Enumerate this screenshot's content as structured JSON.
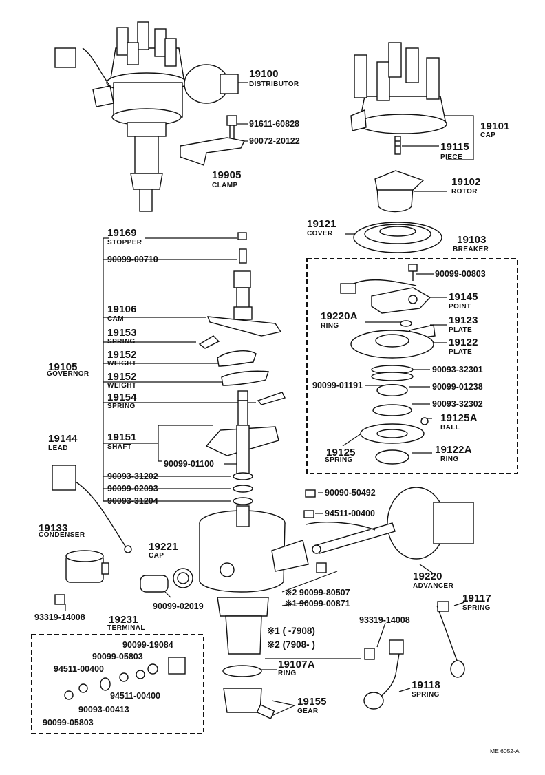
{
  "callouts": [
    {
      "id": "n19100",
      "text": "19100"
    },
    {
      "id": "t19100",
      "text": "DISTRIBUTOR"
    },
    {
      "id": "n19101",
      "text": "19101"
    },
    {
      "id": "t19101",
      "text": "CAP"
    },
    {
      "id": "n19115",
      "text": "19115"
    },
    {
      "id": "t19115",
      "text": "PIECE"
    },
    {
      "id": "p91611",
      "text": "91611-60828"
    },
    {
      "id": "p90072",
      "text": "90072-20122"
    },
    {
      "id": "n19905",
      "text": "19905"
    },
    {
      "id": "t19905",
      "text": "CLAMP"
    },
    {
      "id": "n19102",
      "text": "19102"
    },
    {
      "id": "t19102",
      "text": "ROTOR"
    },
    {
      "id": "n19169",
      "text": "19169"
    },
    {
      "id": "t19169",
      "text": "STOPPER"
    },
    {
      "id": "p90099_00710",
      "text": "90099-00710"
    },
    {
      "id": "n19121",
      "text": "19121"
    },
    {
      "id": "t19121",
      "text": "COVER"
    },
    {
      "id": "n19103",
      "text": "19103"
    },
    {
      "id": "t19103",
      "text": "BREAKER"
    },
    {
      "id": "p90099_00803",
      "text": "90099-00803"
    },
    {
      "id": "n19145",
      "text": "19145"
    },
    {
      "id": "t19145",
      "text": "POINT"
    },
    {
      "id": "n19106",
      "text": "19106"
    },
    {
      "id": "t19106",
      "text": "CAM"
    },
    {
      "id": "n19220A",
      "text": "19220A"
    },
    {
      "id": "t19220A",
      "text": "RING"
    },
    {
      "id": "n19123",
      "text": "19123"
    },
    {
      "id": "t19123",
      "text": "PLATE"
    },
    {
      "id": "n19153",
      "text": "19153"
    },
    {
      "id": "t19153",
      "text": "SPRING"
    },
    {
      "id": "n19122",
      "text": "19122"
    },
    {
      "id": "t19122",
      "text": "PLATE"
    },
    {
      "id": "n19152a",
      "text": "19152"
    },
    {
      "id": "t19152a",
      "text": "WEIGHT"
    },
    {
      "id": "n19105",
      "text": "19105"
    },
    {
      "id": "t19105",
      "text": "GOVERNOR"
    },
    {
      "id": "p90093_32301",
      "text": "90093-32301"
    },
    {
      "id": "p90099_01191",
      "text": "90099-01191"
    },
    {
      "id": "p90099_01238",
      "text": "90099-01238"
    },
    {
      "id": "n19152b",
      "text": "19152"
    },
    {
      "id": "t19152b",
      "text": "WEIGHT"
    },
    {
      "id": "n19154",
      "text": "19154"
    },
    {
      "id": "t19154",
      "text": "SPRING"
    },
    {
      "id": "p90093_32302",
      "text": "90093-32302"
    },
    {
      "id": "n19125A",
      "text": "19125A"
    },
    {
      "id": "t19125A",
      "text": "BALL"
    },
    {
      "id": "n19144",
      "text": "19144"
    },
    {
      "id": "t19144",
      "text": "LEAD"
    },
    {
      "id": "n19151",
      "text": "19151"
    },
    {
      "id": "t19151",
      "text": "SHAFT"
    },
    {
      "id": "n19125",
      "text": "19125"
    },
    {
      "id": "t19125",
      "text": "SPRING"
    },
    {
      "id": "n19122A",
      "text": "19122A"
    },
    {
      "id": "t19122A",
      "text": "RING"
    },
    {
      "id": "p90099_01100",
      "text": "90099-01100"
    },
    {
      "id": "p90093_31202",
      "text": "90093-31202"
    },
    {
      "id": "p90099_02093",
      "text": "90099-02093"
    },
    {
      "id": "p90093_31204",
      "text": "90093-31204"
    },
    {
      "id": "p90090_50492",
      "text": "90090-50492"
    },
    {
      "id": "p94511_00400a",
      "text": "94511-00400"
    },
    {
      "id": "n19133",
      "text": "19133"
    },
    {
      "id": "t19133",
      "text": "CONDENSER"
    },
    {
      "id": "n19221",
      "text": "19221"
    },
    {
      "id": "t19221",
      "text": "CAP"
    },
    {
      "id": "n19220",
      "text": "19220"
    },
    {
      "id": "t19220",
      "text": "ADVANCER"
    },
    {
      "id": "n19117",
      "text": "19117"
    },
    {
      "id": "t19117",
      "text": "SPRING"
    },
    {
      "id": "p90099_02019",
      "text": "90099-02019"
    },
    {
      "id": "p2_80507",
      "text": "※2 90099-80507"
    },
    {
      "id": "p1_00871",
      "text": "※1 90099-00871"
    },
    {
      "id": "p93319_14008a",
      "text": "93319-14008"
    },
    {
      "id": "n19231",
      "text": "19231"
    },
    {
      "id": "t19231",
      "text": "TERMINAL"
    },
    {
      "id": "p93319_14008b",
      "text": "93319-14008"
    },
    {
      "id": "note1",
      "text": "※1 (        -7908)"
    },
    {
      "id": "note2",
      "text": "※2 (7908-        )"
    },
    {
      "id": "p90099_19084",
      "text": "90099-19084"
    },
    {
      "id": "p90099_05803a",
      "text": "90099-05803"
    },
    {
      "id": "p94511_00400b",
      "text": "94511-00400"
    },
    {
      "id": "p94511_00400c",
      "text": "94511-00400"
    },
    {
      "id": "n19107A",
      "text": "19107A"
    },
    {
      "id": "t19107A",
      "text": "RING"
    },
    {
      "id": "n19118",
      "text": "19118"
    },
    {
      "id": "t19118",
      "text": "SPRING"
    },
    {
      "id": "p90093_00413",
      "text": "90093-00413"
    },
    {
      "id": "n19155",
      "text": "19155"
    },
    {
      "id": "t19155",
      "text": "GEAR"
    },
    {
      "id": "p90099_05803b",
      "text": "90099-05803"
    },
    {
      "id": "code",
      "text": "ME 6052-A"
    }
  ]
}
